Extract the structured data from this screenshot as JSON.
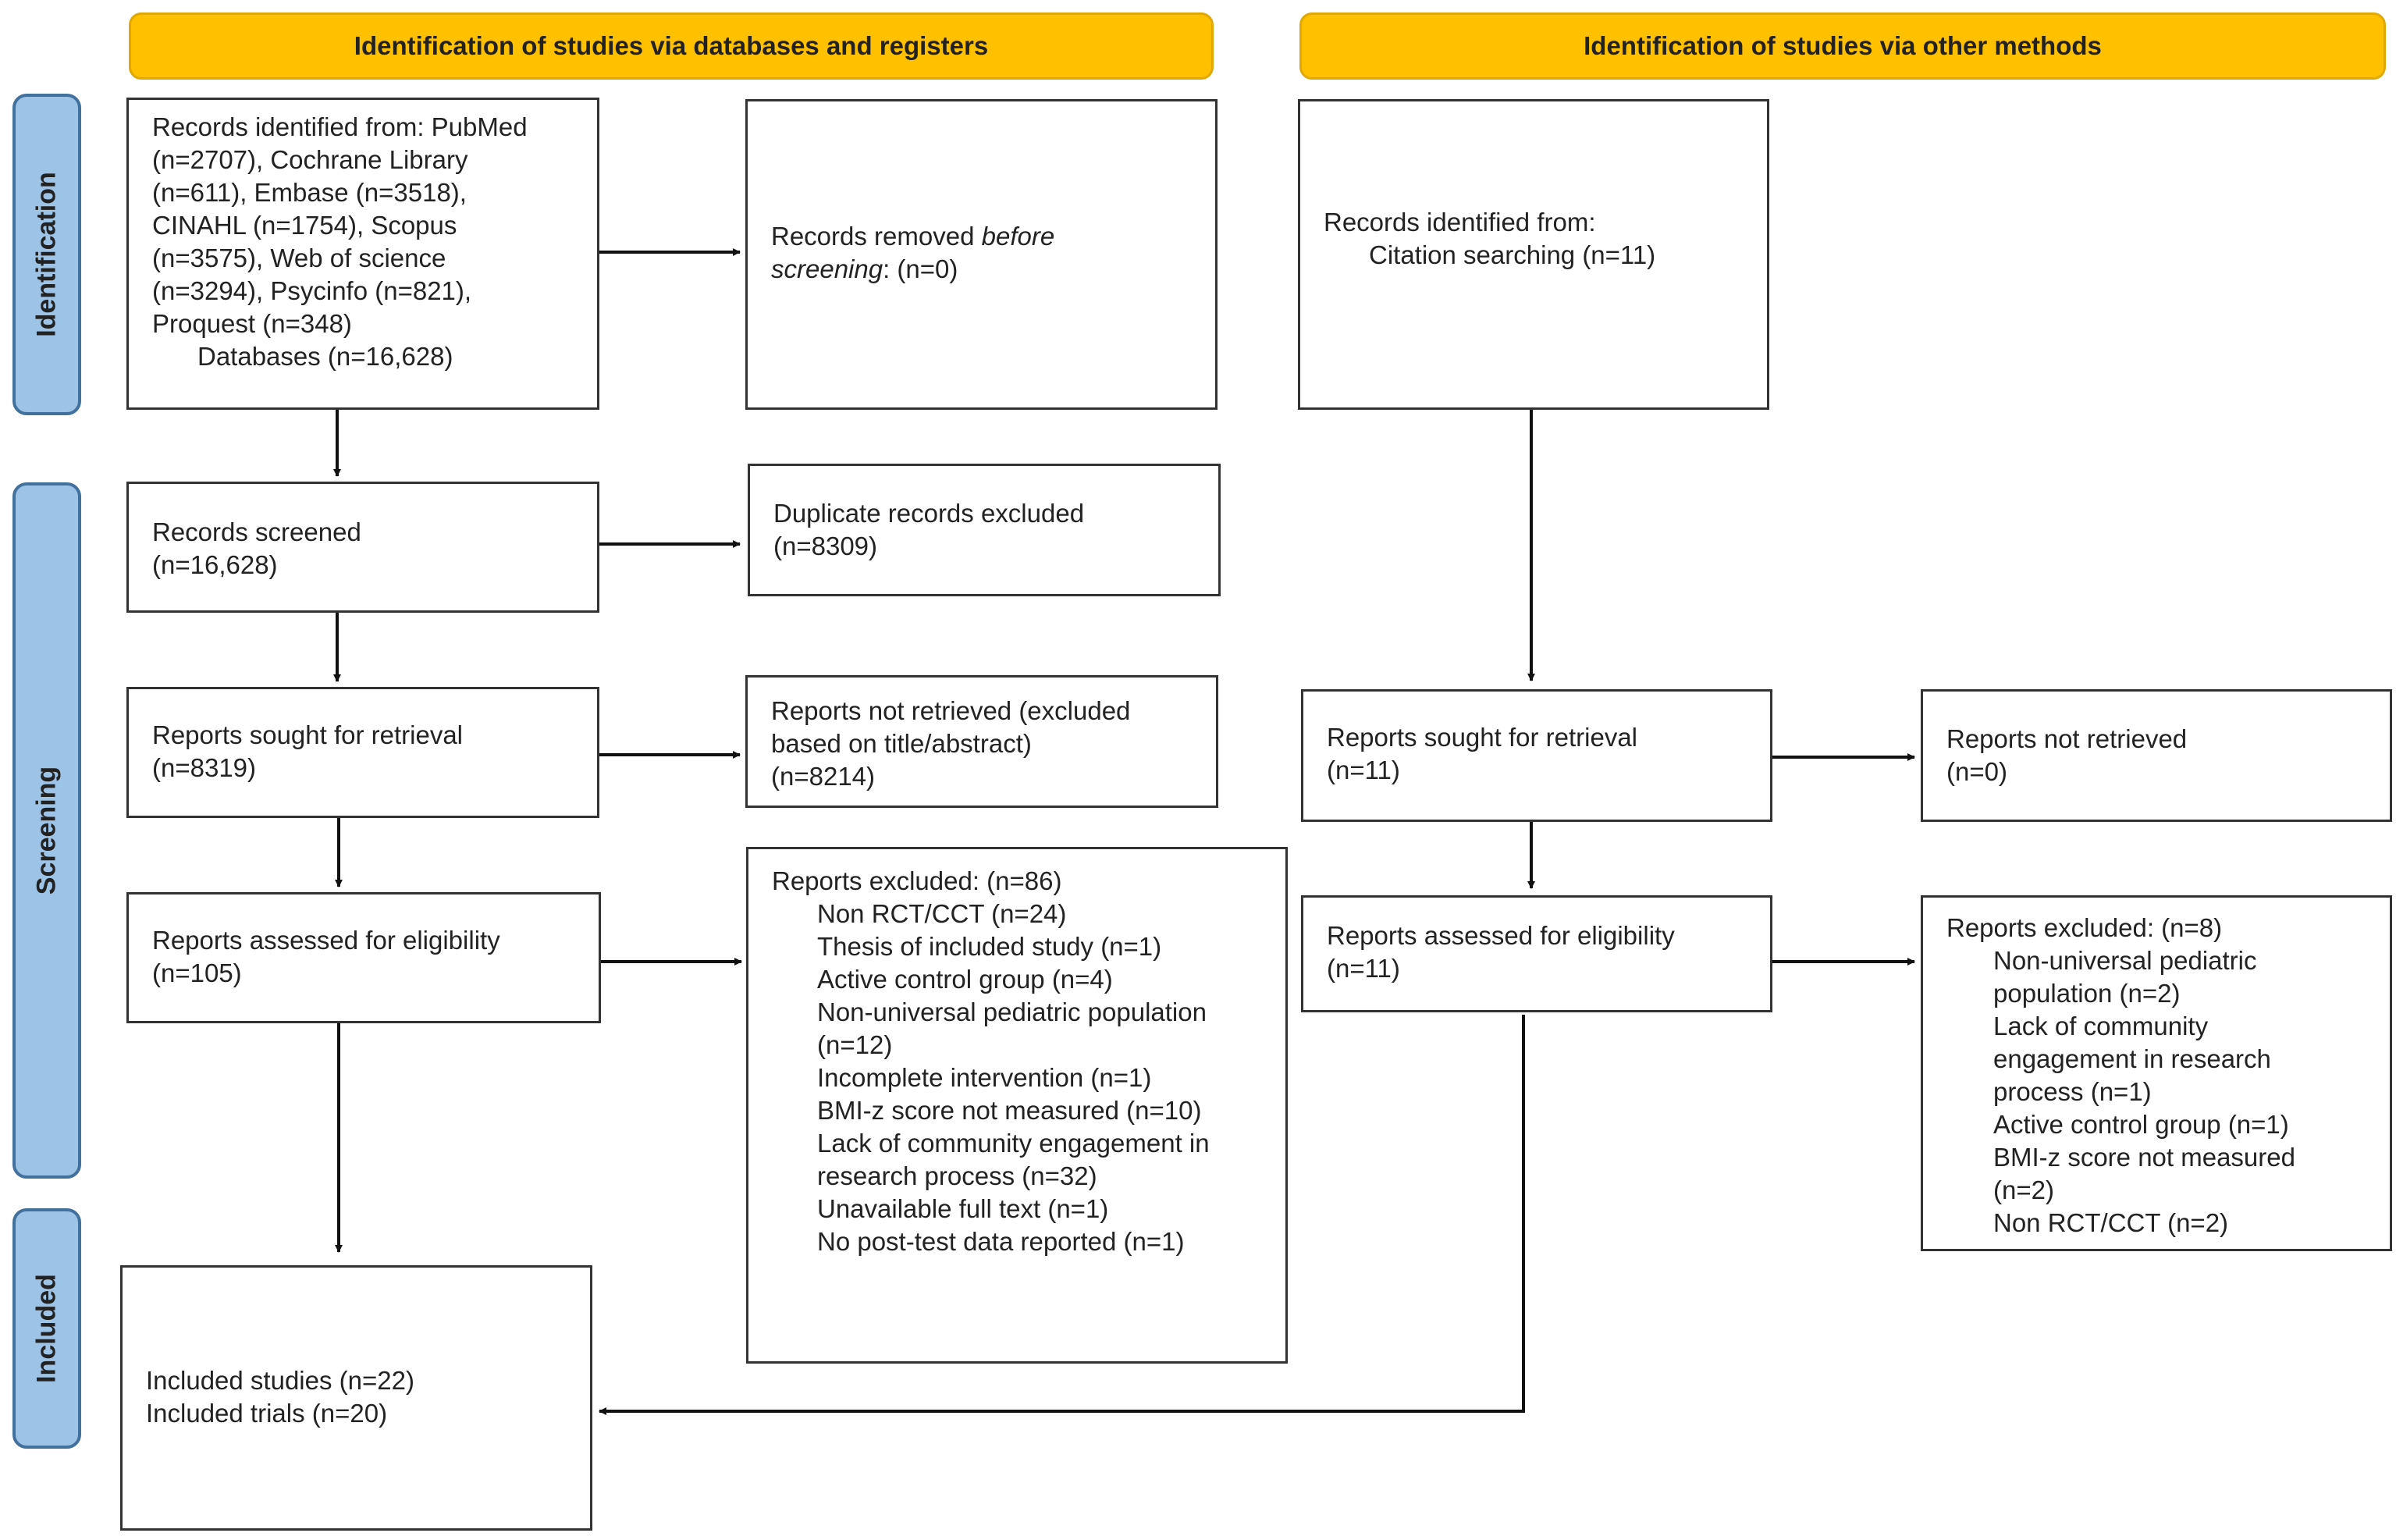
{
  "headers": {
    "databases": "Identification of studies via databases and registers",
    "other": "Identification of studies via other methods"
  },
  "phases": {
    "identification": "Identification",
    "screening": "Screening",
    "included": "Included"
  },
  "left": {
    "records_identified": [
      "Records identified from: PubMed",
      "(n=2707), Cochrane Library",
      "(n=611), Embase (n=3518),",
      "CINAHL (n=1754), Scopus",
      "(n=3575), Web of science",
      "(n=3294), Psycinfo (n=821),",
      "Proquest (n=348)",
      "Databases (n=16,628)"
    ],
    "records_removed": {
      "prefix": "Records removed ",
      "italic1": "before",
      "italic2": "screening",
      "suffix": ": (n=0)"
    },
    "records_screened": [
      "Records screened",
      "(n=16,628)"
    ],
    "duplicates_excluded": [
      "Duplicate records excluded",
      "(n=8309)"
    ],
    "reports_sought": [
      "Reports sought for retrieval",
      "(n=8319)"
    ],
    "reports_not_retrieved": [
      "Reports not retrieved (excluded",
      "based on title/abstract)",
      "(n=8214)"
    ],
    "reports_assessed": [
      "Reports assessed for eligibility",
      "(n=105)"
    ],
    "reports_excluded": {
      "title": "Reports excluded: (n=86)",
      "items": [
        "Non RCT/CCT (n=24)",
        "Thesis of included study (n=1)",
        "Active control group (n=4)",
        "Non-universal pediatric population",
        "(n=12)",
        "Incomplete intervention (n=1)",
        "BMI-z score not measured (n=10)",
        "Lack of community engagement in",
        "research process (n=32)",
        "Unavailable full text (n=1)",
        "No post-test data reported (n=1)"
      ]
    },
    "included": [
      "Included studies (n=22)",
      "Included trials (n=20)"
    ]
  },
  "right": {
    "records_identified": [
      "Records identified from:",
      "Citation searching (n=11)"
    ],
    "reports_sought": [
      "Reports sought for retrieval",
      "(n=11)"
    ],
    "reports_not_retrieved": [
      "Reports not retrieved",
      "(n=0)"
    ],
    "reports_assessed": [
      "Reports assessed for eligibility",
      "(n=11)"
    ],
    "reports_excluded": {
      "title": "Reports excluded: (n=8)",
      "items": [
        "Non-universal pediatric",
        "population (n=2)",
        "Lack of community",
        "engagement in research",
        "process (n=1)",
        "Active control group (n=1)",
        "BMI-z score not measured",
        "(n=2)",
        "Non RCT/CCT (n=2)"
      ]
    }
  }
}
